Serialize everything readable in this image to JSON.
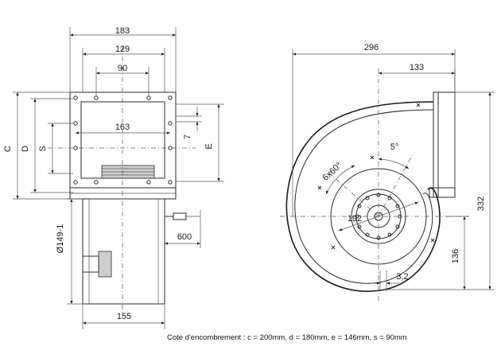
{
  "dimensions": {
    "width_183": "183",
    "width_129": "129",
    "width_90": "90",
    "width_163": "163",
    "label_c": "C",
    "label_d": "D",
    "label_s": "S",
    "label_e": "E",
    "dim_7": "7",
    "diameter_149": "Ø149-1",
    "cable_600": "600",
    "width_155": "155",
    "width_296": "296",
    "width_133": "133",
    "angle_5": "5°",
    "holes_6x60": "6x60°",
    "diameter_192": "192",
    "height_332": "332",
    "height_136": "136",
    "dim_3_2": "3,2"
  },
  "caption": "Cote d'encombrement : c = 200mm, d = 180mm, e = 146mm, s = 90mm"
}
